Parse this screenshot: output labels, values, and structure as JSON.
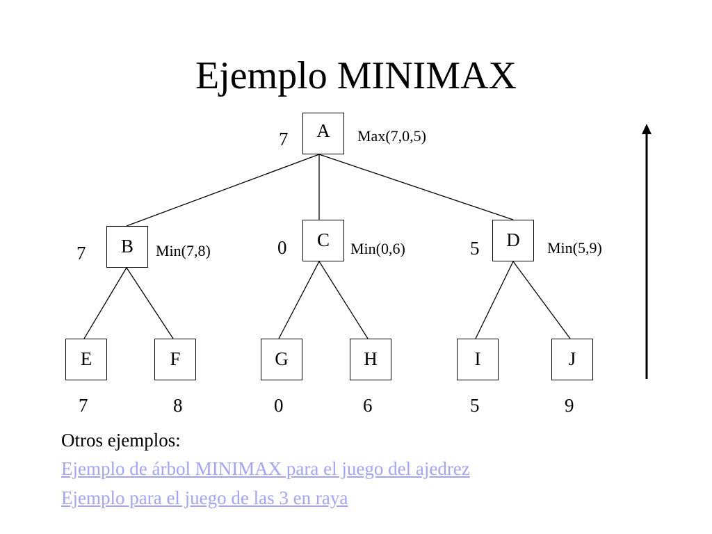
{
  "title": "Ejemplo MINIMAX",
  "nodes": {
    "A": {
      "label": "A",
      "value": "7",
      "expr": "Max(7,0,5)"
    },
    "B": {
      "label": "B",
      "value": "7",
      "expr": "Min(7,8)"
    },
    "C": {
      "label": "C",
      "value": "0",
      "expr": "Min(0,6)"
    },
    "D": {
      "label": "D",
      "value": "5",
      "expr": "Min(5,9)"
    },
    "E": {
      "label": "E",
      "value": "7"
    },
    "F": {
      "label": "F",
      "value": "8"
    },
    "G": {
      "label": "G",
      "value": "0"
    },
    "H": {
      "label": "H",
      "value": "6"
    },
    "I": {
      "label": "I",
      "value": "5"
    },
    "J": {
      "label": "J",
      "value": "9"
    }
  },
  "edges": [
    [
      "A",
      "B"
    ],
    [
      "A",
      "C"
    ],
    [
      "A",
      "D"
    ],
    [
      "B",
      "E"
    ],
    [
      "B",
      "F"
    ],
    [
      "C",
      "G"
    ],
    [
      "C",
      "H"
    ],
    [
      "D",
      "I"
    ],
    [
      "D",
      "J"
    ]
  ],
  "arrow_direction": "up",
  "footer": {
    "heading": "Otros ejemplos:",
    "links": [
      "Ejemplo de árbol MINIMAX para el juego del ajedrez",
      "Ejemplo para el juego de las 3 en raya"
    ]
  },
  "colors": {
    "link": "#a3a3ff",
    "text": "#000000",
    "background": "#ffffff"
  }
}
